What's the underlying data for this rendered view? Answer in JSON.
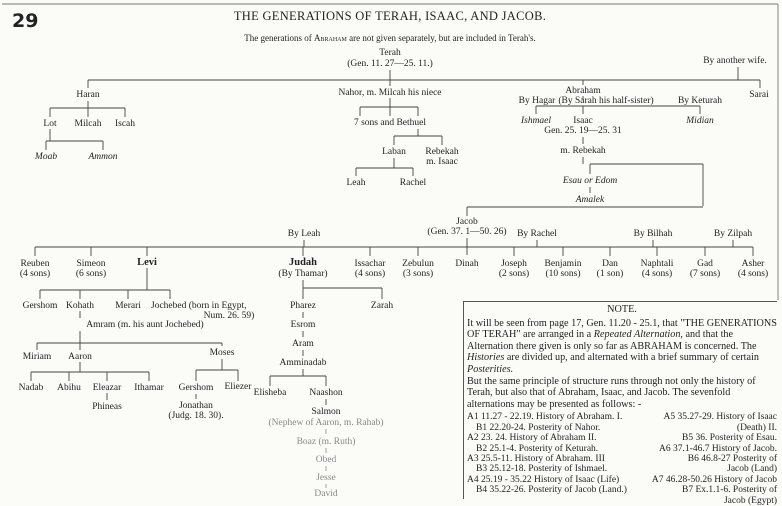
{
  "page_number": "29",
  "title": "THE GENERATIONS OF TERAH, ISAAC, AND JACOB.",
  "subtitle": {
    "pre": "The generations of ",
    "name": "Abraham",
    "post": " are not given separately, but are included in Terah's."
  },
  "nodes": {
    "terah": "Terah",
    "terah_ref": "(Gen. 11. 27—25. 11.)",
    "another_wife": "By another wife.",
    "haran": "Haran",
    "nahor": "Nahor, m. Milcah his niece",
    "abraham": "Abraham",
    "sarai": "Sarai",
    "lot": "Lot",
    "milcah": "Milcah",
    "iscah": "Iscah",
    "moab": "Moab",
    "ammon": "Ammon",
    "seven_sons": "7 sons and Bethuel",
    "laban": "Laban",
    "rebekah": "Rebekah",
    "rebekah_m": "m. Isaac",
    "leah": "Leah",
    "rachel": "Rachel",
    "by_hagar": "By Hagar",
    "by_sarah": "(By Sarah his half-sister)",
    "by_keturah": "By Keturah",
    "ishmael": "Ishmael",
    "isaac": "Isaac",
    "midian": "Midian",
    "isaac_ref": "Gen. 25. 19—25. 31",
    "m_rebekah": "m. Rebekah",
    "esau": "Esau or Edom",
    "amalek": "Amalek",
    "jacob": "Jacob",
    "jacob_ref": "(Gen. 37. 1—50. 26)",
    "by_leah": "By Leah",
    "by_rachel": "By Rachel",
    "by_bilhah": "By Bilhah",
    "by_zilpah": "By Zilpah",
    "reuben": "Reuben",
    "reuben_s": "(4 sons)",
    "simeon": "Simeon",
    "simeon_s": "(6 sons)",
    "levi": "Levi",
    "judah": "Judah",
    "judah_s": "(By Thamar)",
    "issachar": "Issachar",
    "issachar_s": "(4 sons)",
    "zebulun": "Zebulun",
    "zebulun_s": "(3 sons)",
    "dinah": "Dinah",
    "joseph": "Joseph",
    "joseph_s": "(2 sons)",
    "benjamin": "Benjamin",
    "benjamin_s": "(10 sons)",
    "dan": "Dan",
    "dan_s": "(1 son)",
    "naphtali": "Naphtali",
    "naphtali_s": "(4 sons)",
    "gad": "Gad",
    "gad_s": "(7 sons)",
    "asher": "Asher",
    "asher_s": "(4 sons)",
    "gershom": "Gershom",
    "kohath": "Kohath",
    "merari": "Merari",
    "jochebed": "Jochebed (born in Egypt,",
    "jochebed_ref": "Num. 26. 59)",
    "amram": "Amram (m. his aunt Jochebed)",
    "miriam": "Miriam",
    "aaron": "Aaron",
    "moses": "Moses",
    "nadab": "Nadab",
    "abihu": "Abihu",
    "eleazar": "Eleazar",
    "ithamar": "Ithamar",
    "phineas": "Phineas",
    "gershom2": "Gershom",
    "eliezer": "Eliezer",
    "jonathan": "Jonathan",
    "jonathan_ref": "(Judg. 18. 30).",
    "pharez": "Pharez",
    "zarah": "Zarah",
    "esrom": "Esrom",
    "aram": "Aram",
    "amminadab": "Amminadab",
    "elisheba": "Elisheba",
    "naashon": "Naashon",
    "salmon": "Salmon",
    "salmon_note": "(Nephew of Aaron, m. Rahab)",
    "boaz": "Boaz (m. Ruth)",
    "obed": "Obed",
    "jesse": "Jesse",
    "david": "David"
  },
  "note": {
    "heading": "NOTE.",
    "p1a": "It will be seen from page 17, Gen. 11.20 - 25.1, that \"THE GENERATIONS OF TERAH\" are arranged in a ",
    "p1b": "Repeated Alternation,",
    "p1c": " and that the Alternation there given is only so far as ABRAHAM is concerned. The ",
    "p1d": "Histories",
    "p1e": " are divided up, and alternated with a brief summary of certain ",
    "p1f": "Posterities.",
    "p2": "But the same principle of structure runs through not only the history of Terah, but also that of Abraham, Isaac, and Jacob.  The sevenfold alternations may be presented as follows: -",
    "left": [
      "A1 11.27 - 22.19.  History of Abraham.  I.",
      "B1  22.20-24.  Posterity of Nahor.",
      "A2  23. 24.  History of Abraham II.",
      "B2  25.1-4.  Posterity of Keturah.",
      "A3  25.5-11.  History of Abraham.  III",
      "B3  25.12-18.  Posterity of Ishmael.",
      "A4  25.19 - 35.22  History of Isaac (Life)",
      "B4  35.22-26.  Posterity of Jacob (Land.)"
    ],
    "right": [
      "A5  35.27-29.  History of Isaac",
      "(Death)  II.",
      "B5  36.  Posterity of Esau.",
      "A6  37.1-46.7  History of Jacob.",
      "B6  46.8-27  Posterity of",
      "Jacob (Land)",
      "A7  46.28-50.26  History of Jacob",
      "B7  Ex.1.1-6. Posterity of",
      "Jacob (Egypt)"
    ]
  }
}
